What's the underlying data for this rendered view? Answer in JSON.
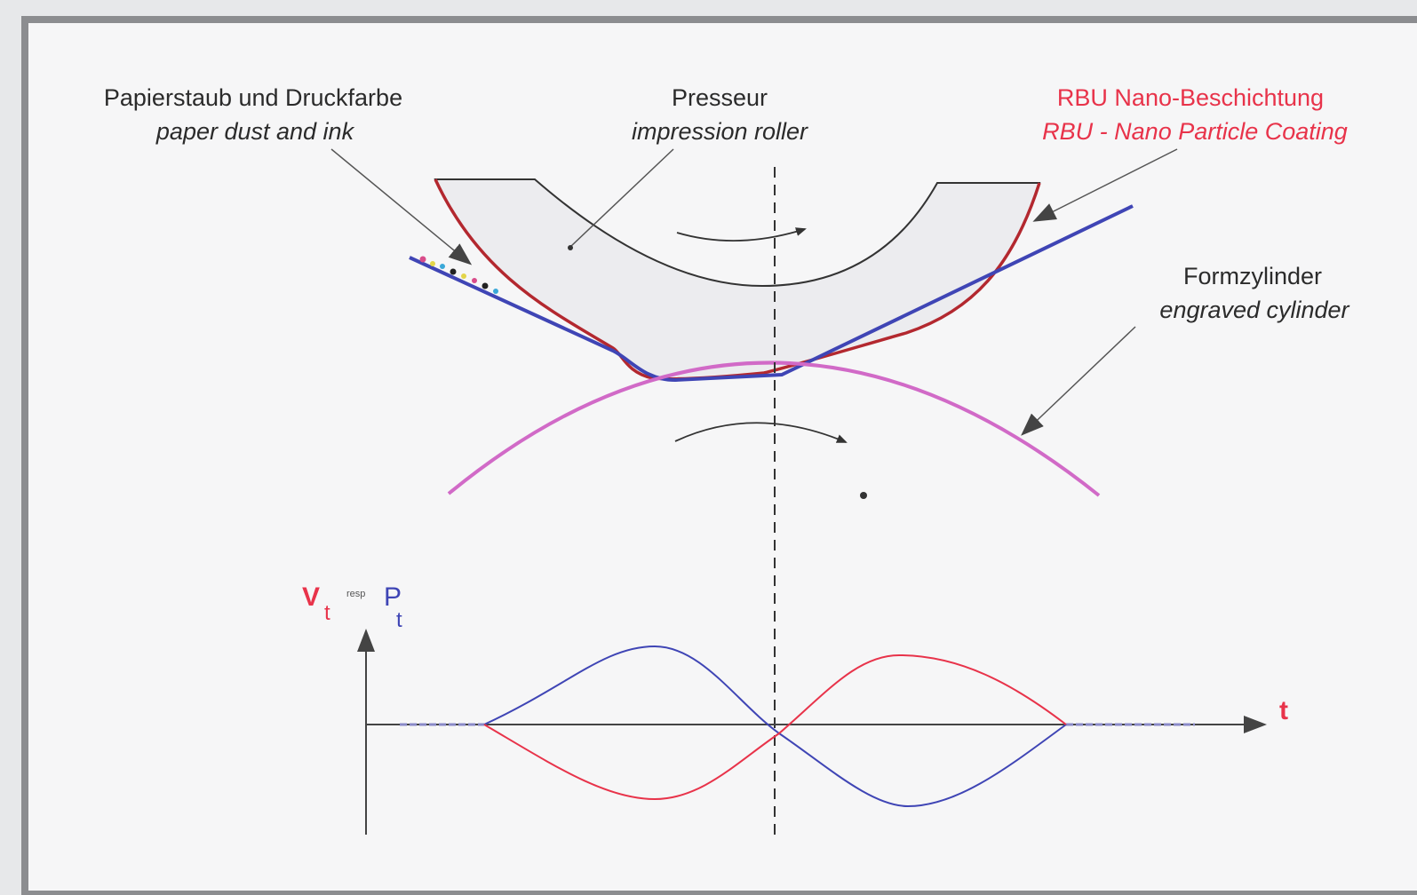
{
  "labels": {
    "dust_de": "Papierstaub und Druckfarbe",
    "dust_en": "paper dust and ink",
    "presseur_de": "Presseur",
    "presseur_en": "impression roller",
    "coating_de": "RBU Nano-Beschichtung",
    "coating_en": "RBU - Nano Particle Coating",
    "cylinder_de": "Formzylinder",
    "cylinder_en": "engraved cylinder"
  },
  "graph": {
    "v_symbol": "V",
    "v_sub": "t",
    "resp": "resp",
    "p_symbol": "P",
    "p_sub": "t",
    "t_label": "t"
  },
  "colors": {
    "red_curve": "#e8334a",
    "blue_curve": "#3f45b5",
    "coating": "#b3282f",
    "cylinder": "#d16ac7",
    "roller_fill": "#ececef",
    "frame": "#8c8d90",
    "label_red": "#e8334a"
  }
}
